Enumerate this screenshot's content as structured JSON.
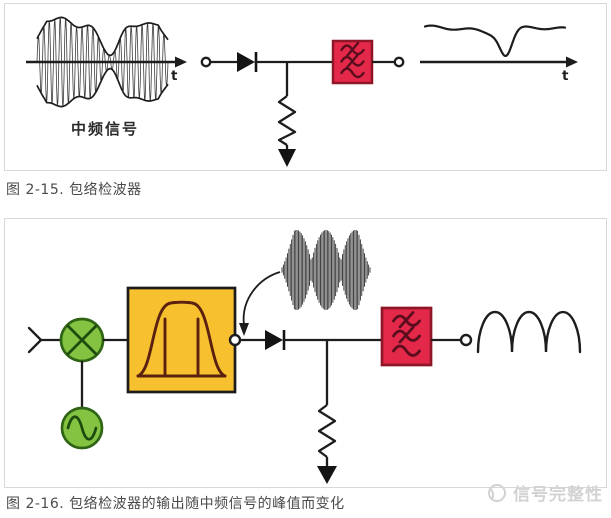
{
  "figure1": {
    "caption": "图 2-15. 包络检波器",
    "signal_label": "中频信号",
    "left_axis_label": "t",
    "right_axis_label": "t"
  },
  "figure2": {
    "caption": "图 2-16. 包络检波器的输出随中频信号的峰值而变化"
  },
  "watermark": {
    "text": "信号完整性"
  },
  "colors": {
    "filter_red_fill": "#e3284a",
    "filter_red_border": "#8e1626",
    "filter_red_wave": "#5a0d1c",
    "bandpass_yellow_fill": "#f7c02f",
    "bandpass_border": "#1c1c1c",
    "bandpass_curve": "#5b2110",
    "mixer_green_fill": "#84c341",
    "mixer_green_border": "#2f6414",
    "mixer_symbol": "#1d4a0e",
    "line_dark": "#1d1d1d"
  }
}
